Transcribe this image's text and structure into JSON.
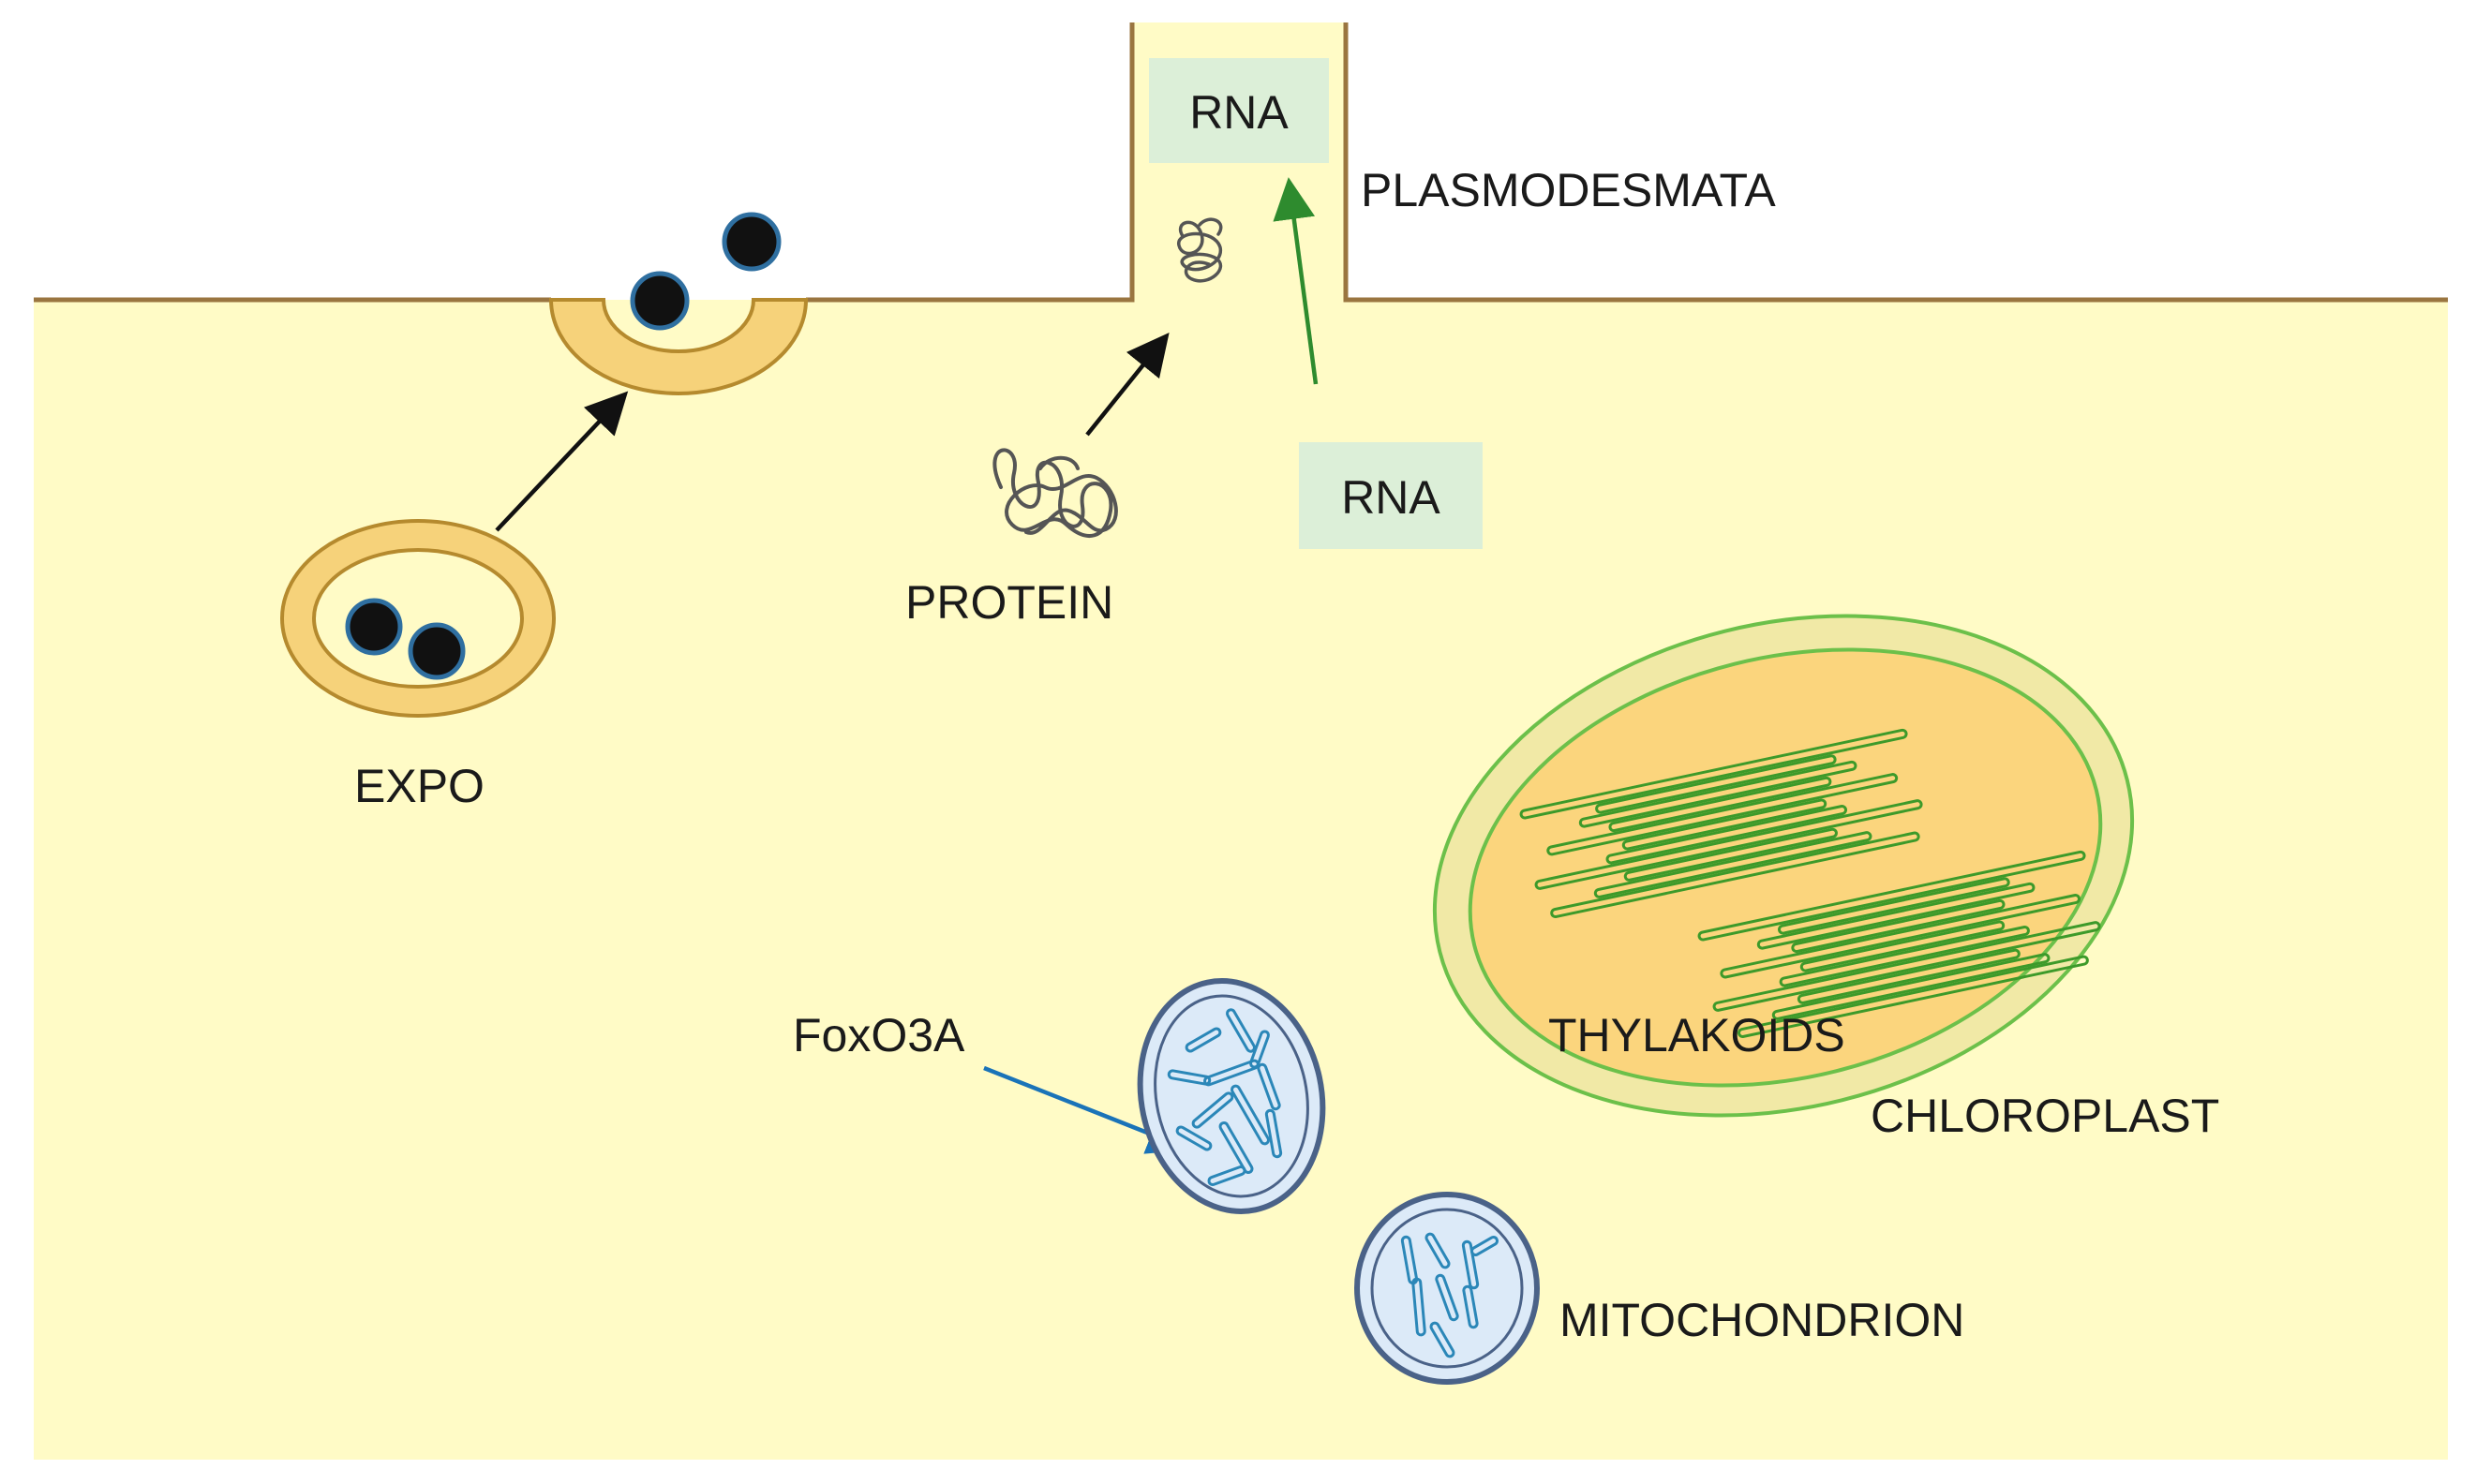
{
  "labels": {
    "rna_channel": "RNA",
    "rna_cytoplasm": "RNA",
    "plasmodesmata": "PLASMODESMATA",
    "protein": "PROTEIN",
    "expo": "EXPO",
    "thylakoids": "THYLAKOIDS",
    "chloroplast": "CHLOROPLAST",
    "foxo3a": "FoxO3A",
    "mitochondrion": "MITOCHONDRION"
  },
  "colors": {
    "cytoplasm": "#fffbc6",
    "membrane": "#9a7540",
    "vesicle_fill": "#f6d27a",
    "vesicle_stroke": "#b58a2e",
    "rna_box": "#dcefd8",
    "chloroplast_outer": "#f1e9a6",
    "chloroplast_inner": "#fbd57d",
    "chloroplast_stroke": "#6cc04a",
    "thylakoid_stroke": "#3d9a2a",
    "mito_fill": "#dceaf8",
    "mito_stroke": "#4a6288",
    "mito_cristae": "#2b87b8",
    "arrow_black": "#111111",
    "arrow_green": "#2e8b2e",
    "arrow_blue": "#1a73b8",
    "particle": "#111111",
    "particle_stroke": "#2f6fa0",
    "protein_strand": "#555555"
  }
}
